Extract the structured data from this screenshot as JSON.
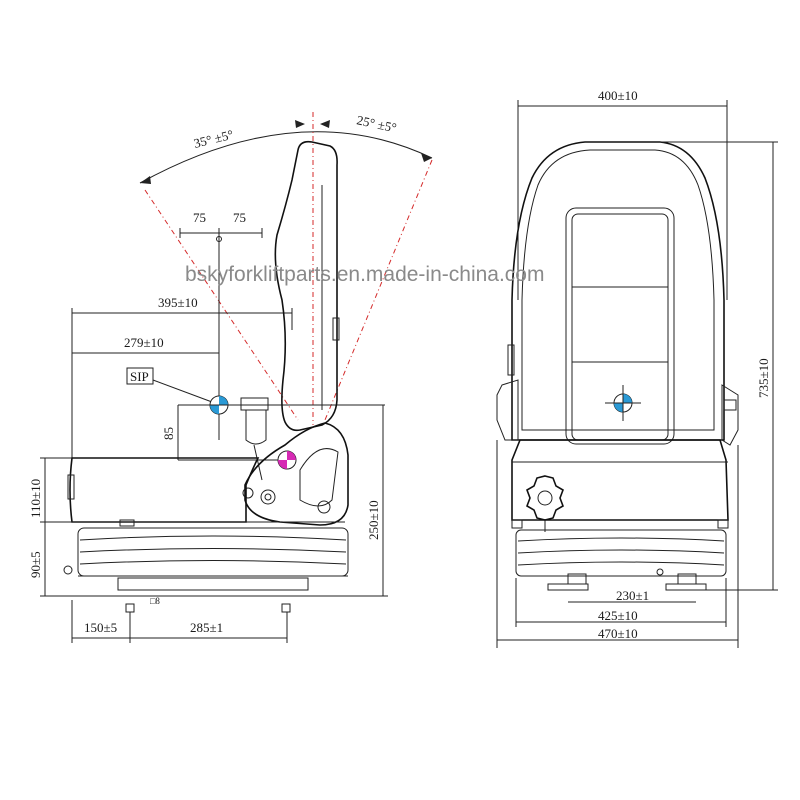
{
  "watermark": "bskyforkliftparts.en.made-in-china.com",
  "side_view": {
    "angle_left": "35°  ±5°",
    "angle_right": "25°  ±5°",
    "dim_75_left": "75",
    "dim_75_right": "75",
    "dim_395": "395±10",
    "dim_279": "279±10",
    "sip_label": "SIP",
    "dim_85": "85",
    "dim_110": "110±10",
    "dim_90": "90±5",
    "dim_250": "250±10",
    "dim_150": "150±5",
    "dim_285": "285±1",
    "dim_small": "□8"
  },
  "front_view": {
    "dim_400": "400±10",
    "dim_735": "735±10",
    "dim_230": "230±1",
    "dim_425": "425±10",
    "dim_470": "470±10"
  },
  "colors": {
    "line": "#222222",
    "center_lines": "#d42a2a",
    "sip_blue": "#2a9ad6",
    "sip_magenta": "#d62ab4"
  }
}
